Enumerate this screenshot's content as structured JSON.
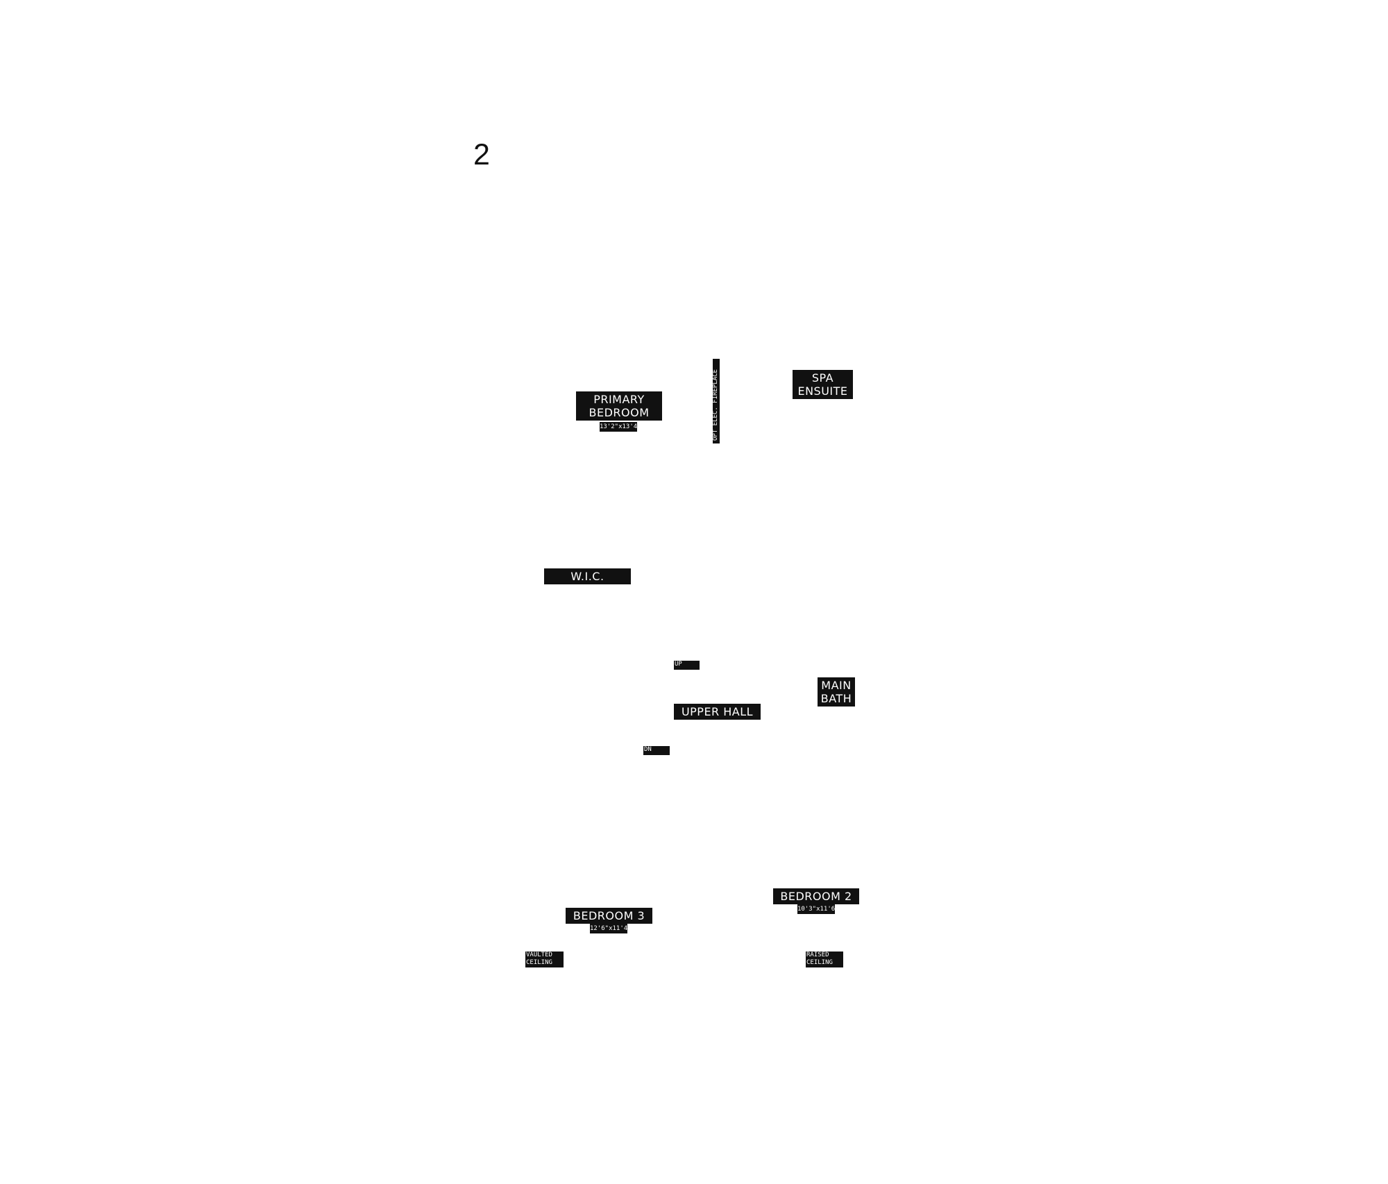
{
  "floor_number": "2",
  "rooms": {
    "primary_bedroom": {
      "line1": "PRIMARY",
      "line2": "BEDROOM",
      "dimensions": "13'2\"x13'4\""
    },
    "fireplace": "OPT ELEC. FIREPLACE",
    "spa_ensuite": {
      "line1": "SPA",
      "line2": "ENSUITE"
    },
    "wic": "W.I.C.",
    "up": "UP",
    "upper_hall": "UPPER HALL",
    "main_bath": {
      "line1": "MAIN",
      "line2": "BATH"
    },
    "dn": "DN",
    "bedroom_2": {
      "name": "BEDROOM 2",
      "dimensions": "10'3\"x11'6\""
    },
    "bedroom_3": {
      "name": "BEDROOM 3",
      "dimensions": "12'6\"x11'4\""
    },
    "vaulted_ceiling": {
      "line1": "VAULTED",
      "line2": "CEILING"
    },
    "raised_ceiling": {
      "line1": "RAISED",
      "line2": "CEILING"
    }
  }
}
